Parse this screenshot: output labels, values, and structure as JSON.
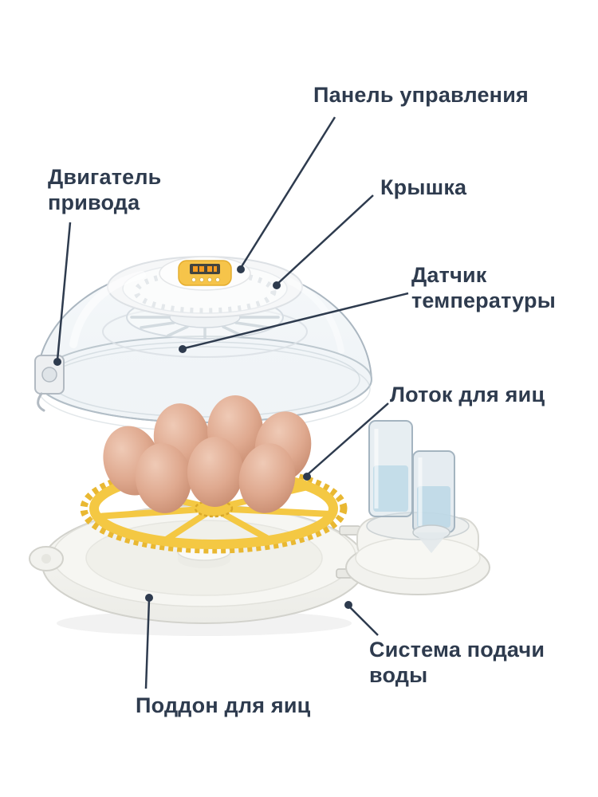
{
  "labels": {
    "control_panel": "Панель управления",
    "drive_motor": "Двигатель\nпривода",
    "lid": "Крышка",
    "temperature_sensor": "Датчик\nтемпературы",
    "egg_tray": "Лоток для яиц",
    "water_supply": "Система подачи\nводы",
    "egg_pan": "Поддон для яиц"
  },
  "colors": {
    "label": "#2e3b4e",
    "leader": "#2e3b4e",
    "gear": "#f4c843",
    "gear_teeth": "#e9b832",
    "gear_dark": "#d9a82a",
    "panel_yellow": "#f6c44a",
    "display_bg": "#43453f",
    "digit_orange": "#f59b20",
    "dome_stroke": "#aab6c0",
    "base_fill": "#f2f2ee",
    "base_stroke": "#d2d2cc",
    "water": "#bcd8e6",
    "egg_light": "#efcab6",
    "egg_mid": "#dfa98f",
    "egg_dark": "#bf8164"
  }
}
